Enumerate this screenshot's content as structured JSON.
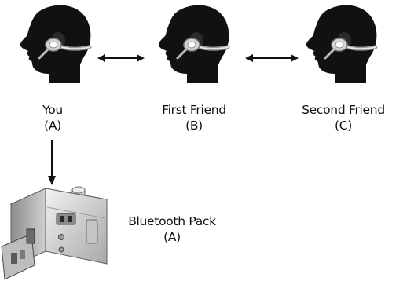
{
  "people": [
    {
      "name": "You",
      "tag": "(A)"
    },
    {
      "name": "First Friend",
      "tag": "(B)"
    },
    {
      "name": "Second Friend",
      "tag": "(C)"
    }
  ],
  "device": {
    "name": "Bluetooth Pack",
    "tag": "(A)"
  },
  "icons": {
    "person": "head-with-headset-icon",
    "device": "bluetooth-pack-device-icon",
    "link": "double-headed-arrow-icon",
    "connection": "down-arrow-icon"
  },
  "colors": {
    "silhouette": "#111111",
    "headset": "#d6d6d6",
    "arrow": "#111111"
  }
}
